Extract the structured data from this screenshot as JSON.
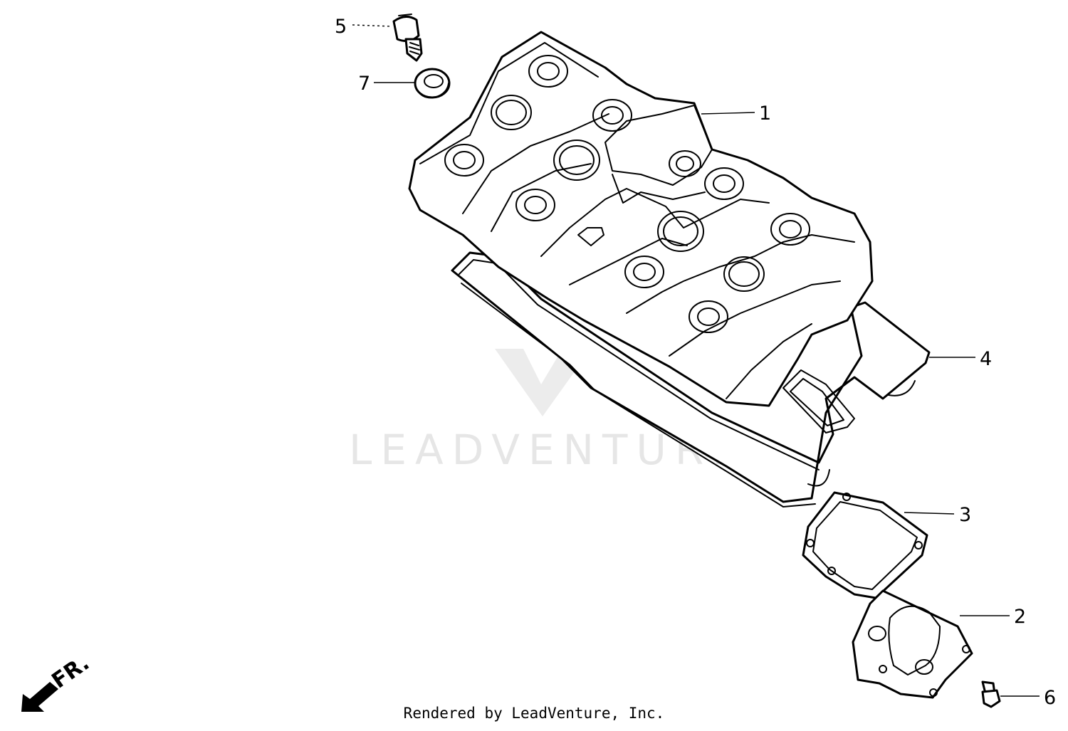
{
  "callouts": [
    {
      "id": "1",
      "label": "1"
    },
    {
      "id": "2",
      "label": "2"
    },
    {
      "id": "3",
      "label": "3"
    },
    {
      "id": "4",
      "label": "4"
    },
    {
      "id": "5",
      "label": "5"
    },
    {
      "id": "6",
      "label": "6"
    },
    {
      "id": "7",
      "label": "7"
    }
  ],
  "front_arrow": {
    "label": "FR."
  },
  "watermark": {
    "text": "LEADVENTURE",
    "icon": "leadventure-logo-icon"
  },
  "footer": {
    "text": "Rendered by LeadVenture, Inc."
  }
}
